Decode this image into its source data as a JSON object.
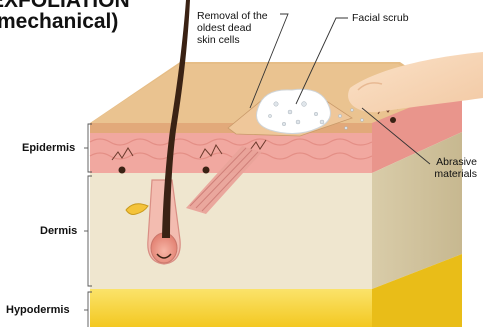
{
  "title": {
    "line1": "EXFOLIATION",
    "line2": "(mechanical)"
  },
  "layers": {
    "epidermis": "Epidermis",
    "dermis": "Dermis",
    "hypodermis": "Hypodermis"
  },
  "annotations": {
    "removal_line1": "Removal of the",
    "removal_line2": "oldest dead",
    "removal_line3": "skin cells",
    "facial_scrub": "Facial scrub",
    "abrasive_line1": "Abrasive",
    "abrasive_line2": "materials"
  },
  "colors": {
    "epidermis_pink": "#f1a8a0",
    "dermis_beige": "#efe6cf",
    "hypodermis_yellow": "#f7d43a",
    "stratum_tan": "#e2b27a",
    "hair_dark": "#3a2214",
    "scrub_white": "#ffffff"
  }
}
